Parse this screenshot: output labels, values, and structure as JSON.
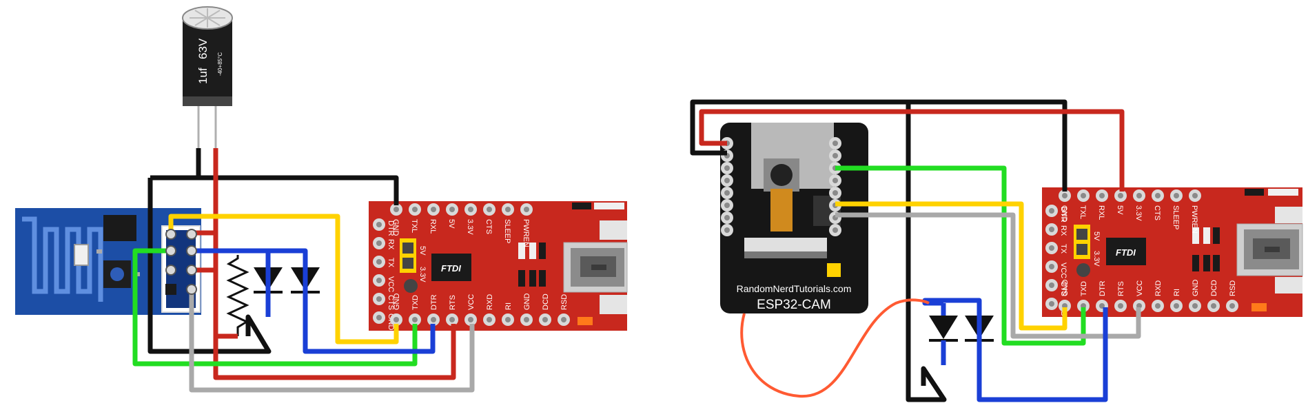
{
  "capacitor": {
    "line1": "1uf",
    "line2": "63V",
    "temp": "-40+85°C"
  },
  "ftdi_left": {
    "top_pins": [
      "GND",
      "TXL",
      "RXL",
      "5V",
      "3.3V",
      "CTS",
      "SLEEP",
      "PWREN"
    ],
    "left_labels": [
      "DTR",
      "RX",
      "TX",
      "VCC",
      "CTS",
      "GND"
    ],
    "bottom_pins": [
      "GND",
      "TXD",
      "DTR",
      "RTS",
      "VCC",
      "RXD",
      "RI",
      "GND",
      "DCD",
      "RSD"
    ],
    "chip": "FTDI",
    "jumper_5v": "5V",
    "jumper_33v": "3.3V"
  },
  "ftdi_right": {
    "top_pins": [
      "GND",
      "TXL",
      "RXL",
      "5V",
      "3.3V",
      "CTS",
      "SLEEP",
      "PWREN"
    ],
    "left_labels": [
      "DTR",
      "RX",
      "TX",
      "VCC",
      "CTS",
      "GND"
    ],
    "bottom_pins": [
      "GND",
      "TXD",
      "DTR",
      "RTS",
      "VCC",
      "RXD",
      "RI",
      "GND",
      "DCD",
      "RSD"
    ],
    "chip": "FTDI",
    "jumper_5v": "5V",
    "jumper_33v": "3.3V"
  },
  "esp32cam": {
    "site": "RandomNerdTutorials.com",
    "name": "ESP32-CAM"
  },
  "colors": {
    "board_red": "#c8281e",
    "esp01_blue": "#1c4ea6",
    "wire_black": "#111111",
    "wire_red": "#c8281e",
    "wire_yellow": "#ffd200",
    "wire_green": "#22dd22",
    "wire_blue": "#1a3fd6",
    "wire_gray": "#a9a9a9",
    "wire_orange": "#ff5a32"
  }
}
